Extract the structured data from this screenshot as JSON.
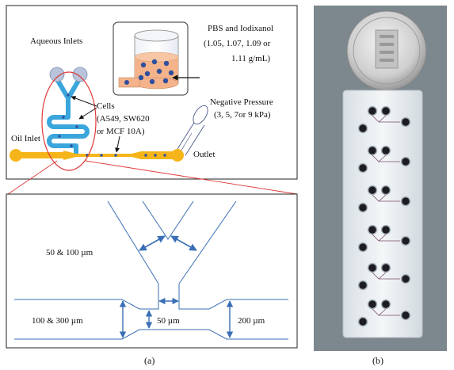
{
  "panel_a": {
    "aqueous_inlets": "Aqueous Inlets",
    "pbs_line1": "PBS and Iodixanol",
    "pbs_line2": "(1.05,  1.07, 1.09 or",
    "pbs_line3": "1.11 g/mL)",
    "cells_line1": "Cells",
    "cells_line2": "(A549, SW620",
    "cells_line3": "or MCF 10A)",
    "negative_line1": "Negative Pressure",
    "negative_line2": "(3, 5, 7or 9 kPa)",
    "oil_inlet": "Oil Inlet",
    "outlet": "Outlet",
    "dim_inlet_width": "50 & 100 µm",
    "dim_main_channel": "100 & 300 µm",
    "dim_orifice": "50 µm",
    "dim_outlet_channel": "200 µm",
    "caption": "(a)"
  },
  "panel_b": {
    "caption": "(b)"
  },
  "colors": {
    "channel_blue": "#3aa6dc",
    "oil_orange": "#f5b51a",
    "cell_blue": "#2f4f9e",
    "liquid_peach": "#f4b38a",
    "inlet_gray": "#b7c4dc",
    "callout_red": "#e03a3a",
    "dimension_blue": "#3a6fb5"
  }
}
